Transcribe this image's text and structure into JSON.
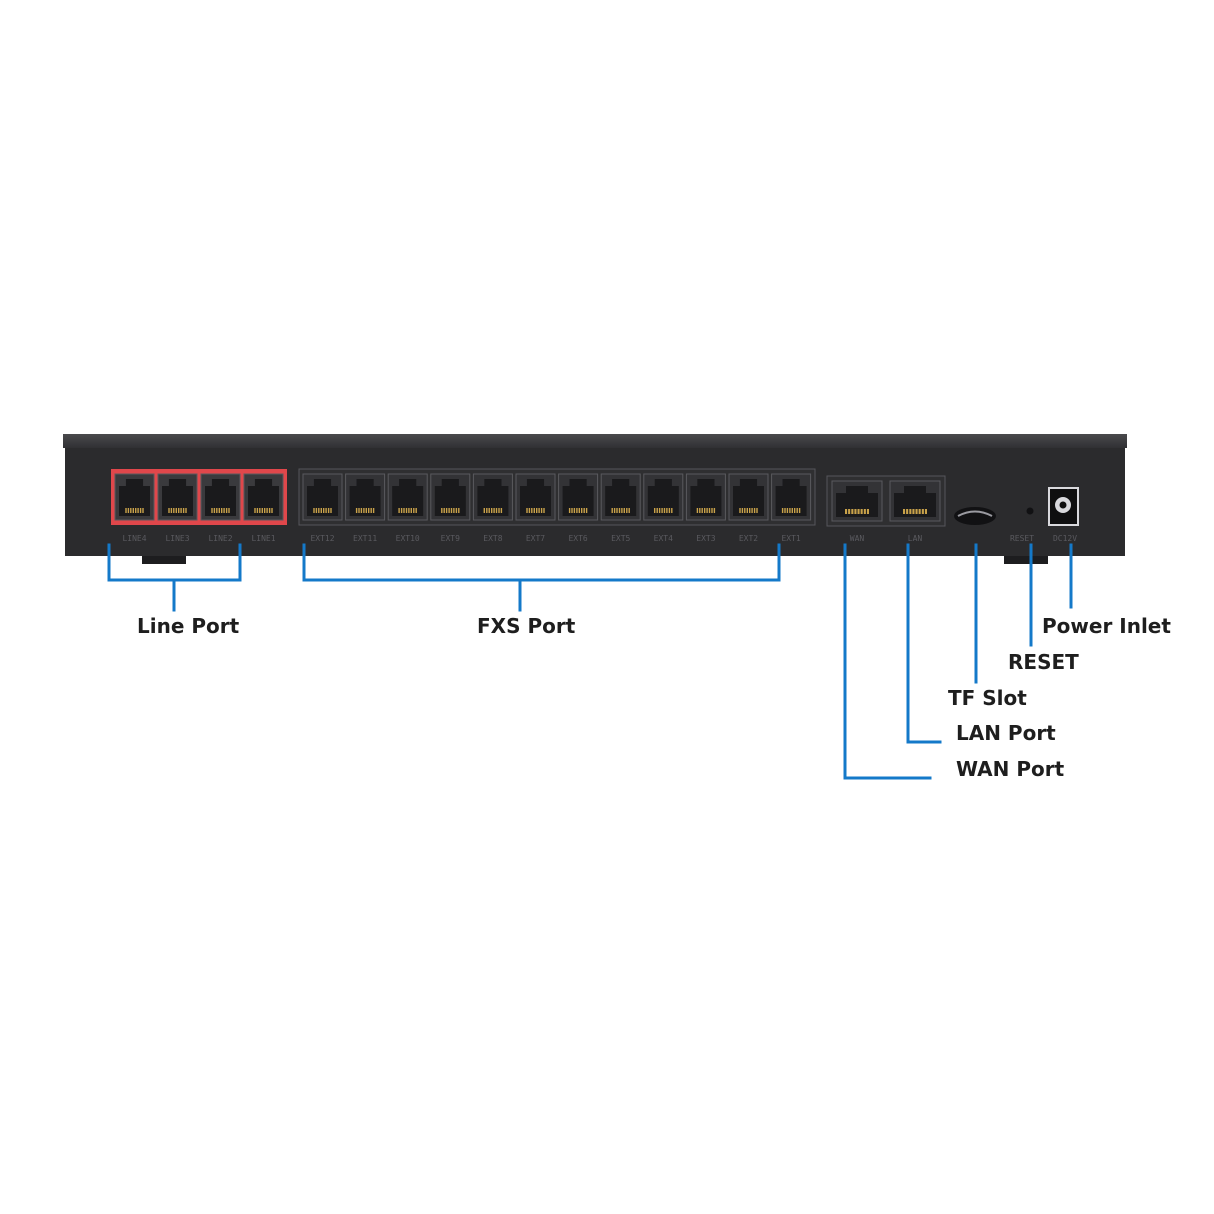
{
  "device": {
    "body_color": "#2b2b2d",
    "line_port_color": "#e0474b",
    "callout_color": "#1479c9",
    "port_labels": {
      "line": [
        "LINE4",
        "LINE3",
        "LINE2",
        "LINE1"
      ],
      "fxs": [
        "EXT12",
        "EXT11",
        "EXT10",
        "EXT9",
        "EXT8",
        "EXT7",
        "EXT6",
        "EXT5",
        "EXT4",
        "EXT3",
        "EXT2",
        "EXT1"
      ],
      "wan": "WAN",
      "lan": "LAN",
      "reset": "RESET",
      "power": "DC12V"
    }
  },
  "callouts": {
    "line_port": "Line Port",
    "fxs_port": "FXS Port",
    "power_inlet": "Power Inlet",
    "reset": "RESET",
    "tf_slot": "TF Slot",
    "lan_port": "LAN Port",
    "wan_port": "WAN Port"
  }
}
